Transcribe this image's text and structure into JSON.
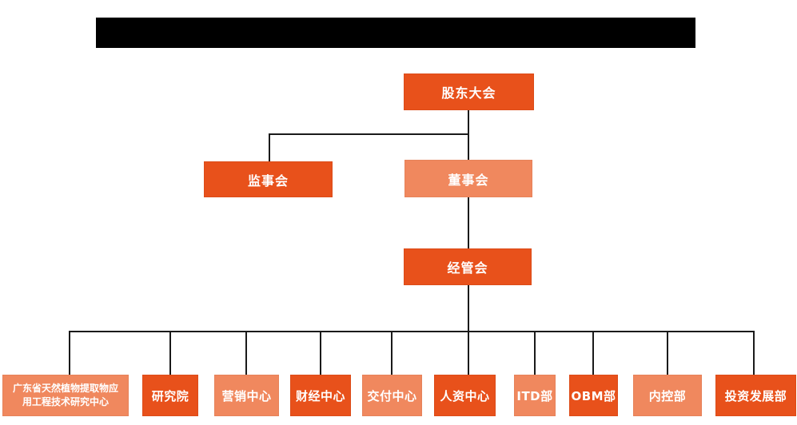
{
  "colors": {
    "primary_orange": "#e8511b",
    "light_orange": "#f0885e",
    "connector": "#1a1a1a",
    "redacted_bar": "#000000",
    "node_text": "#ffffff",
    "background": "#ffffff"
  },
  "diagram": {
    "type": "org-chart",
    "title_bar_redacted": true
  },
  "nodes": {
    "shareholders_meeting": {
      "label": "股东大会",
      "variant": "primary"
    },
    "supervisory_board": {
      "label": "监事会",
      "variant": "primary"
    },
    "board_of_directors": {
      "label": "董事会",
      "variant": "light"
    },
    "management_committee": {
      "label": "经管会",
      "variant": "primary"
    },
    "research_center": {
      "label": "广东省天然植物提取物应用工程技术研究中心",
      "variant": "light"
    },
    "research_institute": {
      "label": "研究院",
      "variant": "primary"
    },
    "marketing_center": {
      "label": "营销中心",
      "variant": "light"
    },
    "finance_center": {
      "label": "财经中心",
      "variant": "primary"
    },
    "delivery_center": {
      "label": "交付中心",
      "variant": "light"
    },
    "hr_center": {
      "label": "人资中心",
      "variant": "primary"
    },
    "itd_dept": {
      "label": "ITD部",
      "variant": "light"
    },
    "obm_dept": {
      "label": "OBM部",
      "variant": "primary"
    },
    "internal_control_dept": {
      "label": "内控部",
      "variant": "light"
    },
    "investment_dev_dept": {
      "label": "投资发展部",
      "variant": "primary"
    }
  },
  "edges": [
    {
      "from": "shareholders_meeting",
      "to": "supervisory_board"
    },
    {
      "from": "shareholders_meeting",
      "to": "board_of_directors"
    },
    {
      "from": "board_of_directors",
      "to": "management_committee"
    },
    {
      "from": "management_committee",
      "to": "research_center"
    },
    {
      "from": "management_committee",
      "to": "research_institute"
    },
    {
      "from": "management_committee",
      "to": "marketing_center"
    },
    {
      "from": "management_committee",
      "to": "finance_center"
    },
    {
      "from": "management_committee",
      "to": "delivery_center"
    },
    {
      "from": "management_committee",
      "to": "hr_center"
    },
    {
      "from": "management_committee",
      "to": "itd_dept"
    },
    {
      "from": "management_committee",
      "to": "obm_dept"
    },
    {
      "from": "management_committee",
      "to": "internal_control_dept"
    },
    {
      "from": "management_committee",
      "to": "investment_dev_dept"
    }
  ]
}
